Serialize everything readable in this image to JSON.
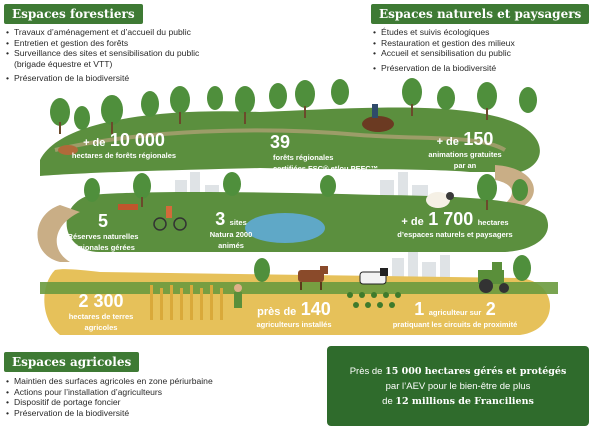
{
  "forestiers": {
    "title": "Espaces forestiers",
    "items": [
      "Travaux d’aménagement et d’accueil du public",
      "Entretien et gestion des forêts",
      "Surveillance des sites et sensibilisation du public (brigade équestre et VTT)",
      "Préservation de la biodiversité"
    ]
  },
  "naturels": {
    "title": "Espaces naturels et paysagers",
    "items": [
      "Études et suivis écologiques",
      "Restauration et gestion des milieux",
      "Accueil et sensibilisation du public",
      "Préservation de la biodiversité"
    ]
  },
  "agricoles": {
    "title": "Espaces agricoles",
    "items": [
      "Maintien des surfaces agricoles en zone périurbaine",
      "Actions pour l’installation d’agriculteurs",
      "Dispositif de portage foncier",
      "Préservation de la biodiversité"
    ]
  },
  "stats": {
    "forets": {
      "pre": "+ de",
      "big": "10 000",
      "small": "hectares de forêts régionales"
    },
    "certif": {
      "big": "39",
      "small1": "forêts régionales",
      "small2": "certifiées FSC® et/ou PEFC™"
    },
    "animations": {
      "pre": "+ de",
      "big": "150",
      "small1": "animations gratuites",
      "small2": "par an"
    },
    "reserves": {
      "big": "5",
      "small1": "Réserves naturelles",
      "small2": "régionales gérées"
    },
    "natura": {
      "big": "3",
      "pre": "sites",
      "small1": "Natura 2000",
      "small2": "animés"
    },
    "naturels": {
      "pre": "+ de",
      "big": "1 700",
      "tail": "hectares",
      "small": "d’espaces naturels et paysagers"
    },
    "terres": {
      "big": "2 300",
      "small1": "hectares de terres",
      "small2": "agricoles"
    },
    "agriculteurs": {
      "pre": "près de",
      "big": "140",
      "small": "agriculteurs installés"
    },
    "circuits": {
      "big1": "1",
      "mid": "agriculteur sur",
      "big2": "2",
      "small": "pratiquant les circuits de proximité"
    }
  },
  "note": {
    "line1a": "Près de ",
    "line1b": "15 000 hectares gérés et protégés",
    "line2": "par l’AEV pour le bien-être de plus",
    "line3a": "de ",
    "line3b": "12 millions de Franciliens"
  },
  "colors": {
    "path_green": "#5b8f3e",
    "dark_green": "#3e7a34",
    "field_yellow": "#e6c15a"
  }
}
